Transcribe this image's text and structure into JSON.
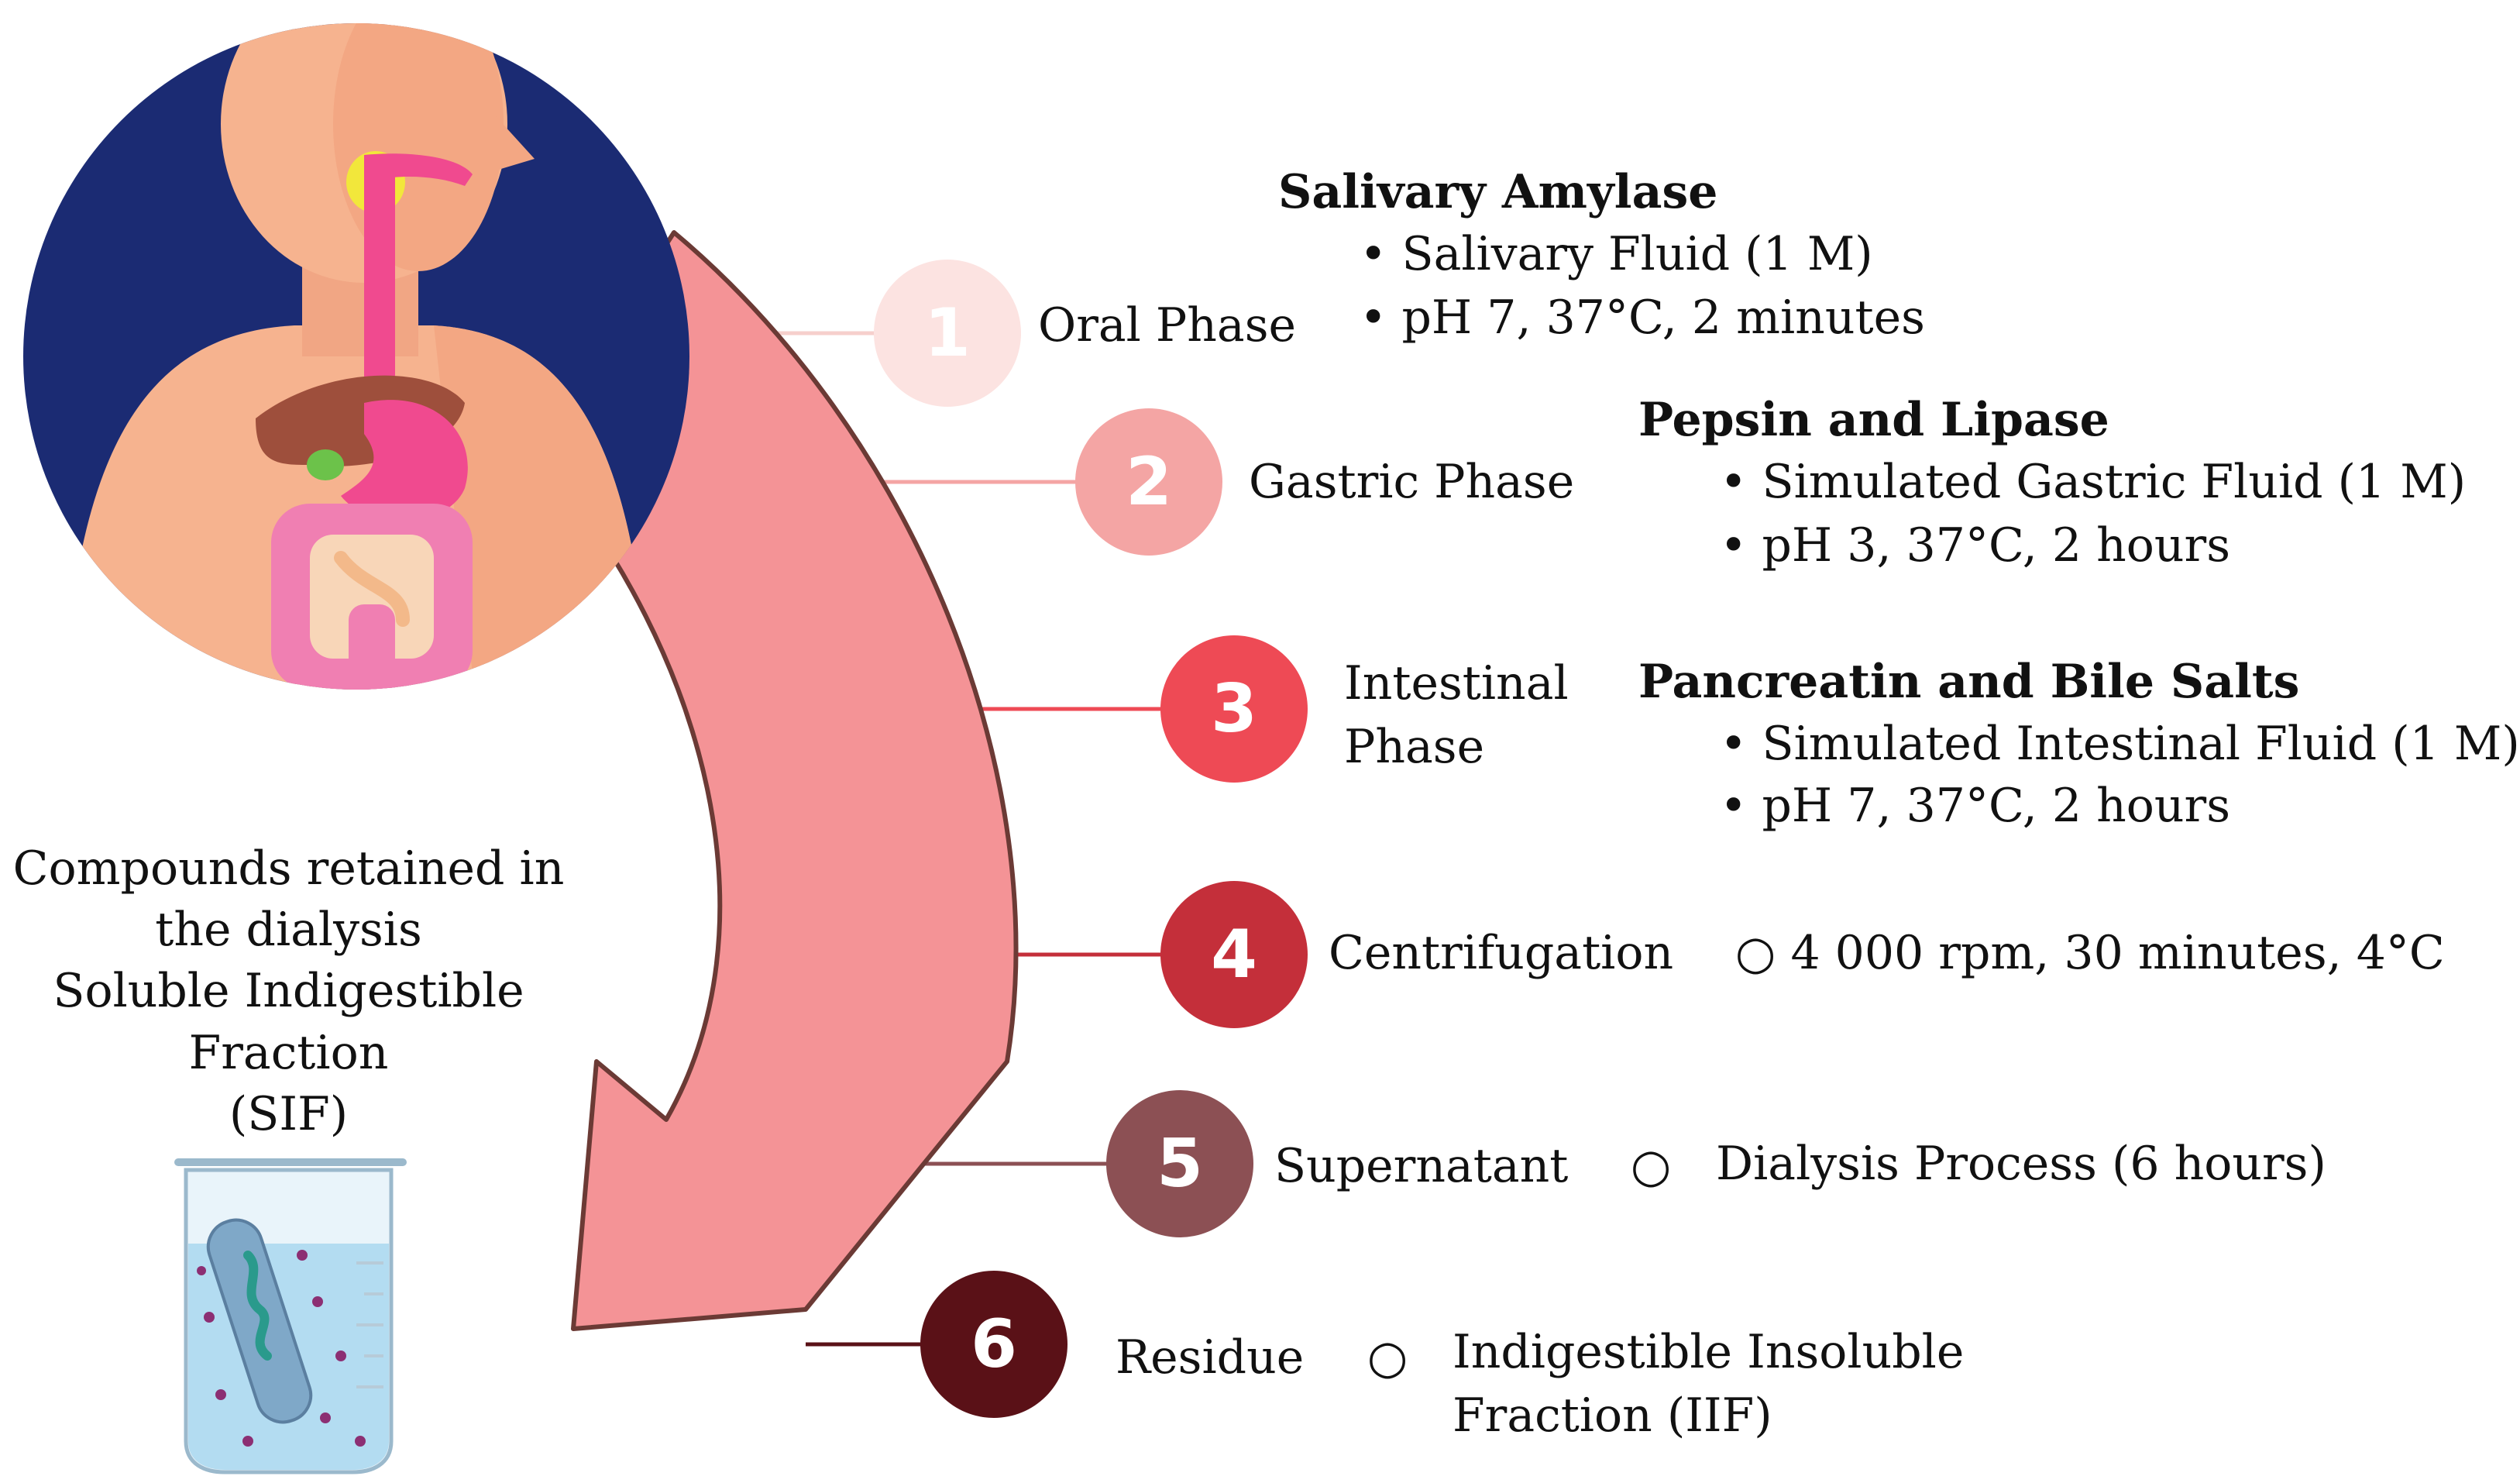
{
  "stages": [
    {
      "number": "1",
      "phase": "Oral Phase",
      "color": "#fce3e1",
      "heading": "Salivary Amylase",
      "bullets": [
        "Salivary Fluid (1 M)",
        "pH 7, 37°C, 2 minutes"
      ],
      "bullet_symbol": "•"
    },
    {
      "number": "2",
      "phase": "Gastric Phase",
      "color": "#f4a5a4",
      "heading": "Pepsin and Lipase",
      "bullets": [
        "Simulated Gastric Fluid (1 M)",
        "pH 3, 37°C, 2 hours"
      ],
      "bullet_symbol": "•"
    },
    {
      "number": "3",
      "phase_line1": "Intestinal",
      "phase_line2": "Phase",
      "color": "#ee4a55",
      "heading": "Pancreatin and Bile Salts",
      "bullets": [
        "Simulated Intestinal Fluid (1 M)",
        "pH 7, 37°C, 2 hours"
      ],
      "bullet_symbol": "•"
    },
    {
      "number": "4",
      "phase": "Centrifugation",
      "color": "#c42f3a",
      "bullet_symbol": "○",
      "detail": "4 000 rpm, 30 minutes, 4°C"
    },
    {
      "number": "5",
      "phase": "Supernatant",
      "color": "#8c5054",
      "bullet_symbol": "○",
      "detail": "Dialysis Process (6 hours)"
    },
    {
      "number": "6",
      "phase": "Residue",
      "color": "#5a1117",
      "bullet_symbol": "○",
      "detail_line1": "Indigestible Insoluble",
      "detail_line2": "Fraction (IIF)"
    }
  ],
  "side_label": {
    "lines": [
      "Compounds retained in",
      "the dialysis",
      "Soluble Indigestible",
      "Fraction",
      "(SIF)"
    ]
  },
  "colors": {
    "arrow_fill": "#f49396",
    "arrow_stroke": "#6b3a35",
    "circle_bg": "#1b2b73",
    "skin": "#f6b38f",
    "esophagus": "#f04a8f",
    "salivary_gland": "#f2e73b",
    "liver": "#9e4f3c",
    "intestine": "#f07fb2"
  },
  "icons": [
    "human-digestive-system-illustration",
    "beaker-dialysis-icon",
    "curved-flow-arrow"
  ]
}
